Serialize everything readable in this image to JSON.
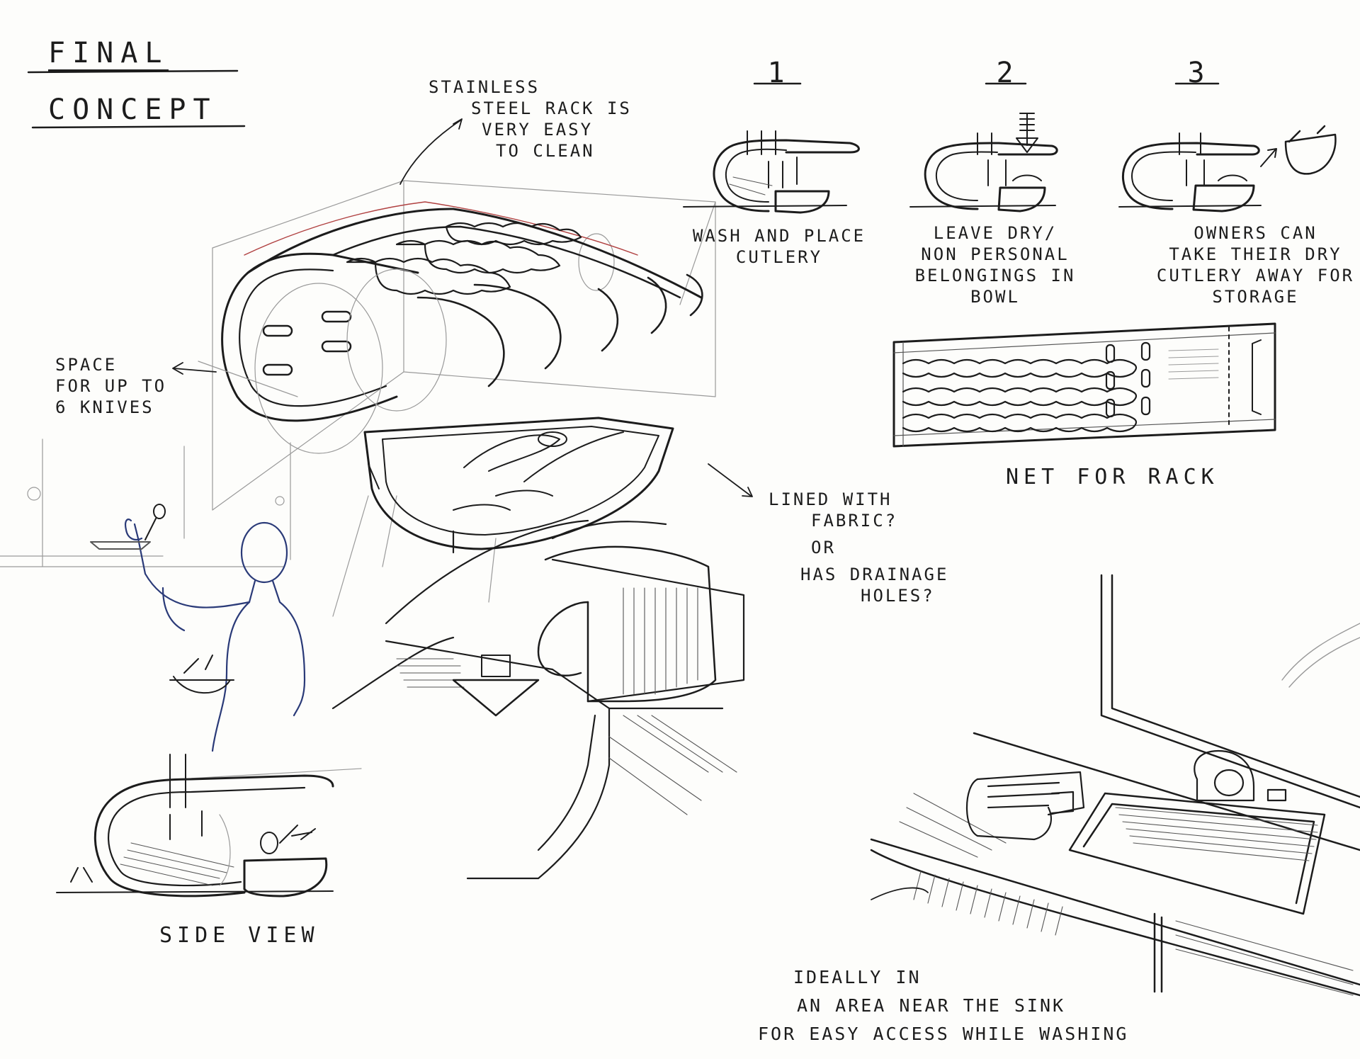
{
  "title": {
    "line1": "FINAL",
    "line2": "CONCEPT"
  },
  "steps": [
    {
      "number": "1",
      "caption": [
        "WASH AND PLACE",
        "CUTLERY"
      ]
    },
    {
      "number": "2",
      "caption": [
        "LEAVE DRY/",
        "NON PERSONAL",
        "BELONGINGS IN",
        "BOWL"
      ]
    },
    {
      "number": "3",
      "caption": [
        "OWNERS CAN",
        "TAKE THEIR DRY",
        "CUTLERY AWAY FOR",
        "STORAGE"
      ]
    }
  ],
  "annotations": {
    "stainless": [
      "STAINLESS",
      "STEEL RACK IS",
      "VERY EASY",
      "TO CLEAN"
    ],
    "knives": [
      "SPACE",
      "FOR UP TO",
      "6 KNIVES"
    ],
    "lined": [
      "LINED WITH",
      "FABRIC?",
      "OR",
      "HAS DRAINAGE",
      "HOLES?"
    ],
    "sink": [
      "IDEALLY IN",
      "AN AREA NEAR THE SINK",
      "FOR EASY ACCESS WHILE WASHING"
    ]
  },
  "labels": {
    "net": "NET FOR RACK",
    "side_view": "SIDE VIEW"
  },
  "colors": {
    "ink": "#1c1c1c",
    "pencil": "#9a9a9a",
    "blue_pen": "#2a3a78",
    "red_pencil": "#b04040",
    "paper": "#fdfdfb"
  }
}
